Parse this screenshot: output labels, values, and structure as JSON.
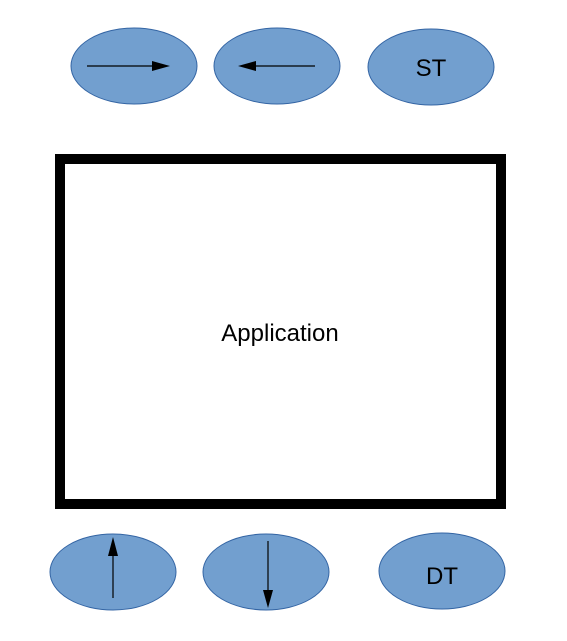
{
  "diagram": {
    "top_row": [
      {
        "kind": "arrow",
        "direction": "right",
        "icon": "arrow-right-icon"
      },
      {
        "kind": "arrow",
        "direction": "left",
        "icon": "arrow-left-icon"
      },
      {
        "kind": "label",
        "text": "ST"
      }
    ],
    "center": {
      "label": "Application"
    },
    "bottom_row": [
      {
        "kind": "arrow",
        "direction": "up",
        "icon": "arrow-up-icon"
      },
      {
        "kind": "arrow",
        "direction": "down",
        "icon": "arrow-down-icon"
      },
      {
        "kind": "label",
        "text": "DT"
      }
    ],
    "colors": {
      "ellipse_fill": "#729fcf",
      "ellipse_stroke": "#3465a4",
      "box_stroke": "#000000"
    }
  }
}
